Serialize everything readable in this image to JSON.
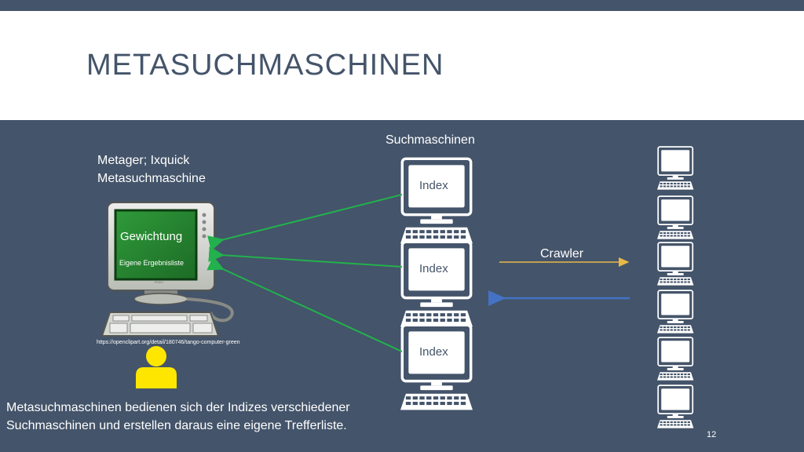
{
  "slide": {
    "title": "METASUCHMASCHINEN",
    "page_number": "12",
    "suchmaschinen_label": "Suchmaschinen",
    "meta_line1": "Metager; Ixquick",
    "meta_line2": "Metasuchmaschine",
    "gewichtung": "Gewichtung",
    "eigene": "Eigene Ergebnisliste",
    "monitor_brand": "POKY",
    "credit": "https://openclipart.org/detail/180746/tango-computer-green",
    "index_labels": [
      "Index",
      "Index",
      "Index"
    ],
    "crawler": "Crawler",
    "caption_line1": "Metasuchmaschinen bedienen sich der Indizes verschiedener",
    "caption_line2": "Suchmaschinen und erstellen daraus eine eigene Trefferliste."
  },
  "colors": {
    "background": "#44546a",
    "green_arrow": "#22b14c",
    "crawler_arrow": "#e8b84a",
    "blue_arrow": "#4472c4",
    "person": "#ffe600"
  },
  "icons": [
    "computer-icon",
    "person-icon",
    "arrow-icon"
  ]
}
